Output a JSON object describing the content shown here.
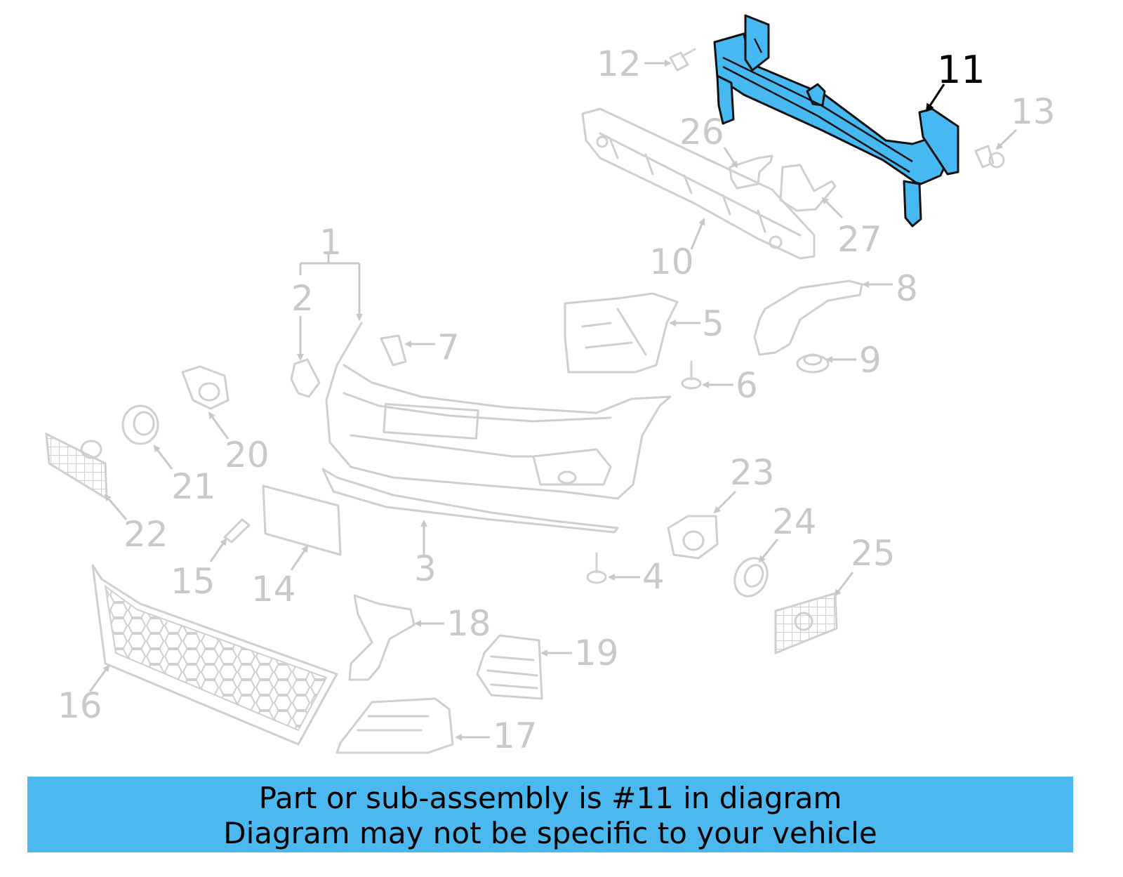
{
  "diagram": {
    "highlight_part": "11",
    "highlight_color": "#4bb8f0",
    "callouts": [
      "1",
      "2",
      "3",
      "4",
      "5",
      "6",
      "7",
      "8",
      "9",
      "10",
      "11",
      "12",
      "13",
      "14",
      "15",
      "16",
      "17",
      "18",
      "19",
      "20",
      "21",
      "22",
      "23",
      "24",
      "25",
      "26",
      "27"
    ]
  },
  "banner": {
    "line1": "Part or sub-assembly is #11 in diagram",
    "line2": "Diagram may not be specific to your vehicle",
    "background": "#4bb8f0"
  }
}
